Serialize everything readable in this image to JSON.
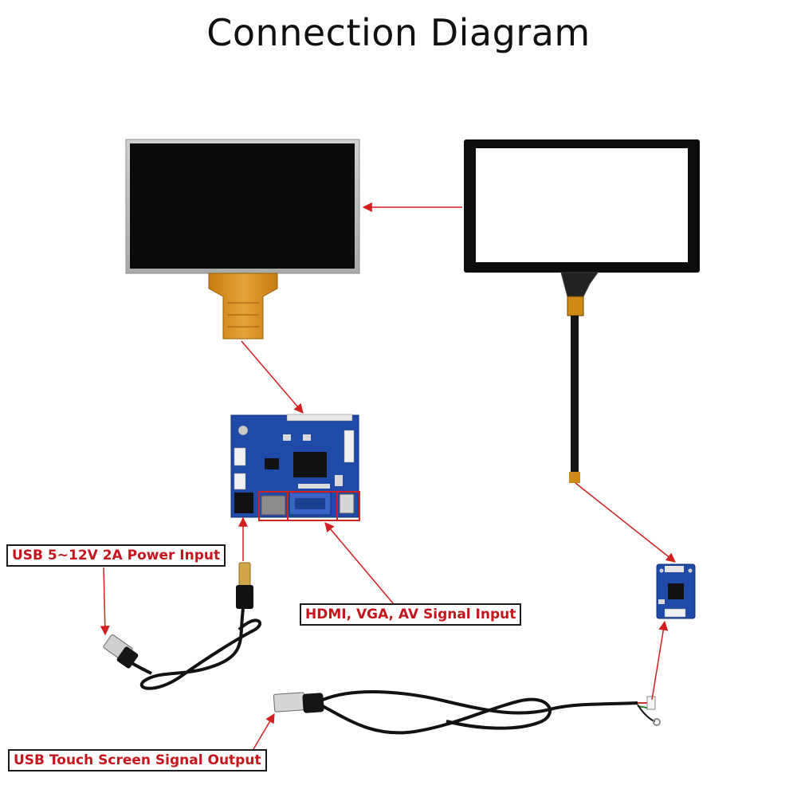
{
  "title": "Connection Diagram",
  "labels": {
    "power_input": "USB 5~12V 2A Power Input",
    "signal_input": "HDMI, VGA, AV Signal Input",
    "touch_output": "USB Touch Screen Signal Output"
  },
  "colors": {
    "arrow": "#d21f1f",
    "label_text": "#c4161c",
    "label_border": "#1a1a1a",
    "lcd_frame": "#bdbdbd",
    "lcd_screen": "#0a0a0a",
    "touch_bezel": "#0d0d0d",
    "board": "#1f4aa8",
    "fpc": "#d08a16"
  }
}
